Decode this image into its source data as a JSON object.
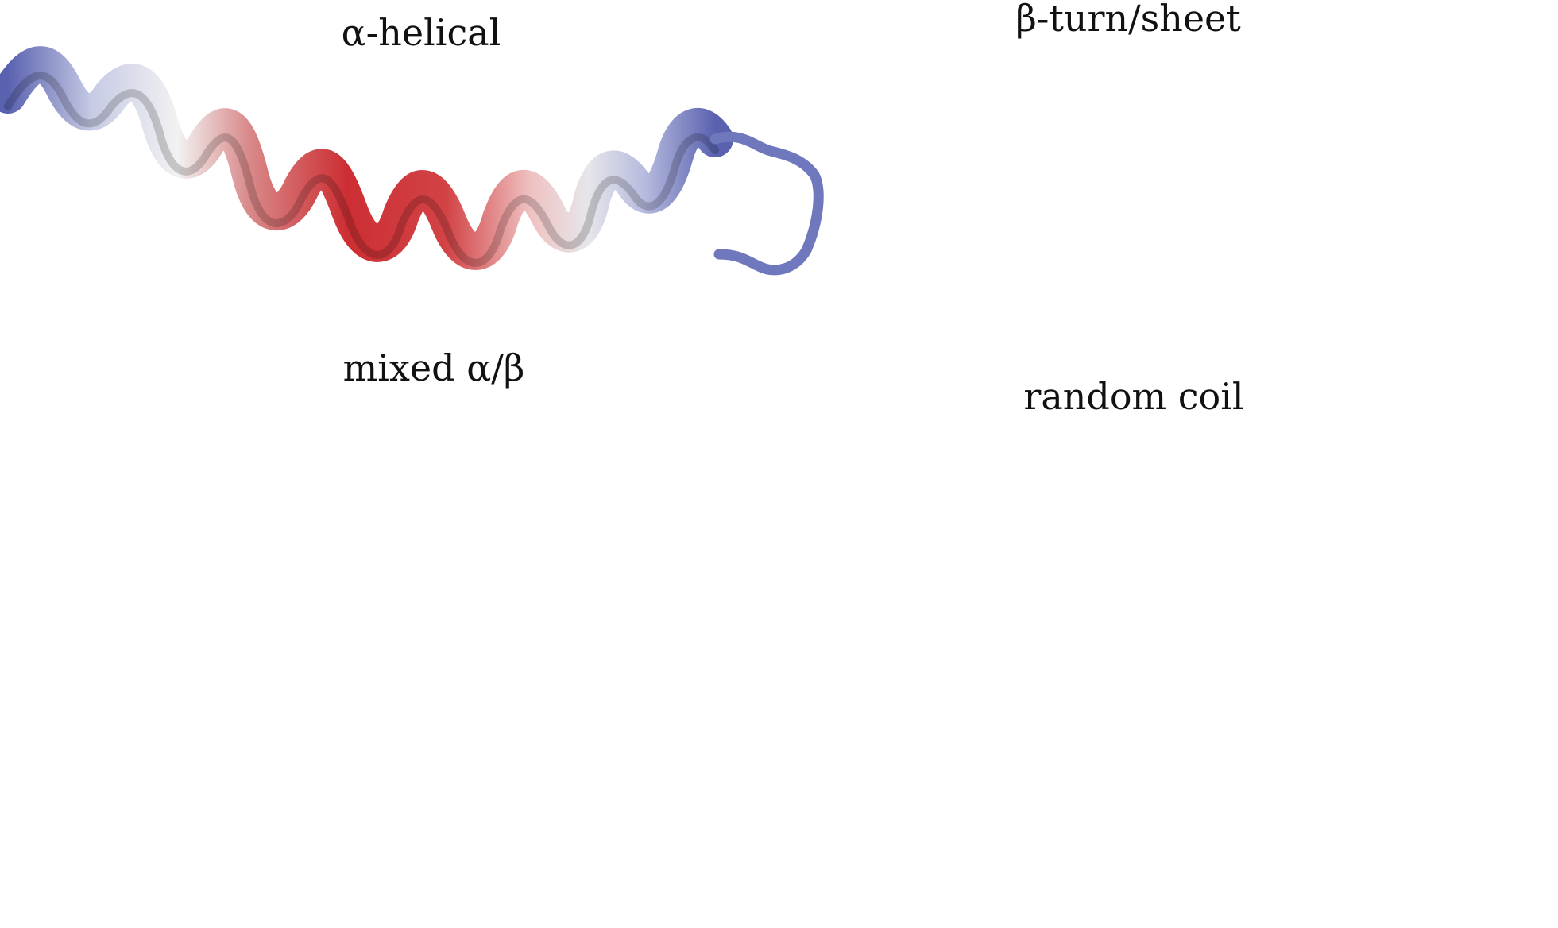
{
  "panels": {
    "helix": {
      "label": "α-helical"
    },
    "sheet": {
      "label": "β-turn/sheet"
    },
    "mixed": {
      "label": "mixed α/β"
    },
    "coil": {
      "label": "random coil"
    }
  },
  "colors": {
    "background": "#ffffff",
    "blue": "#6b73b8",
    "light_blue": "#c9cde6",
    "white_grey": "#e8e8ea",
    "pink": "#e9a7a7",
    "red": "#d9393c",
    "dark_red": "#8c2a2c",
    "disulfide_yellow": "#c9c93a"
  },
  "icons": [
    "ribbon-structure",
    "disulfide-bond"
  ]
}
